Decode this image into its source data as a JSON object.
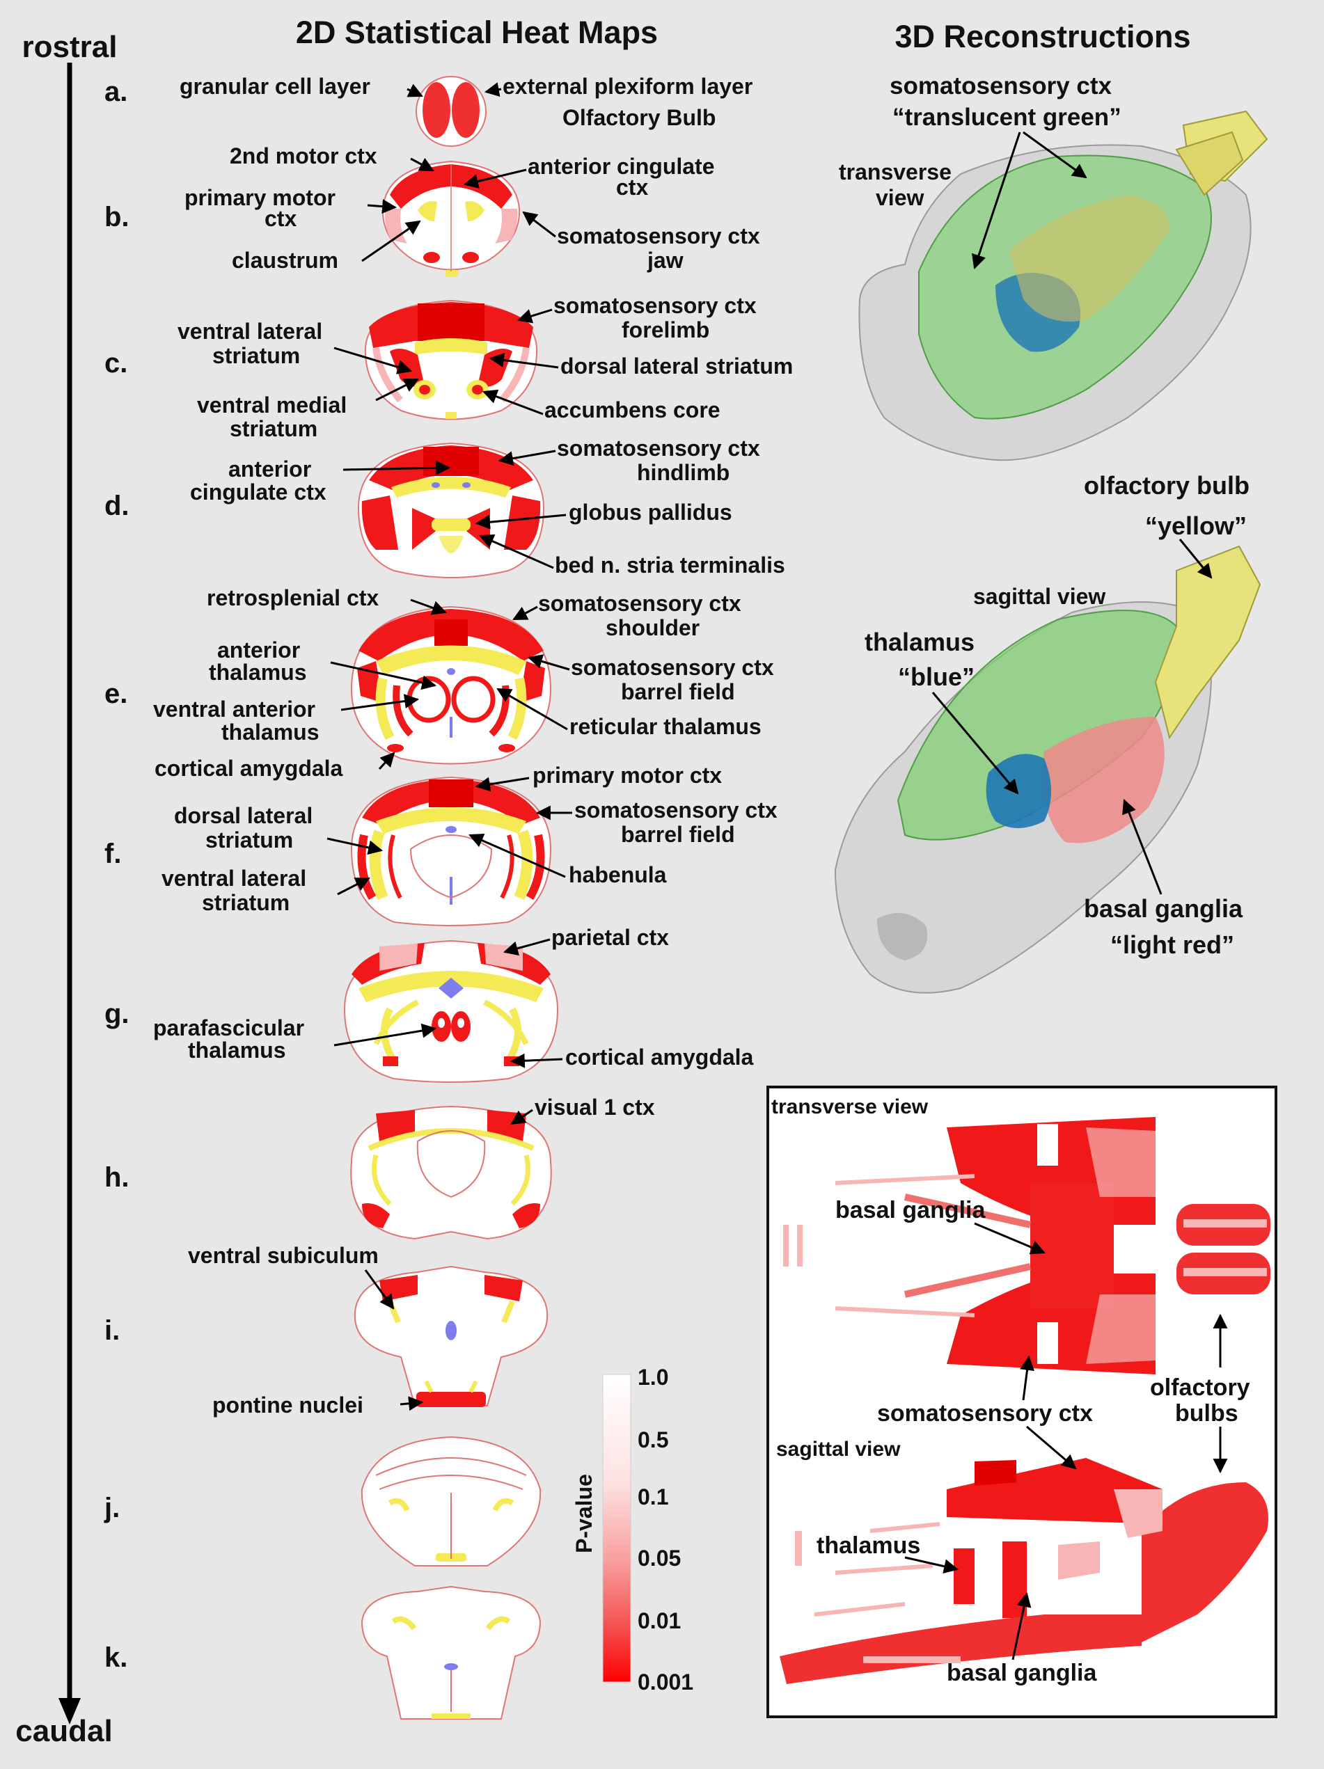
{
  "headers": {
    "heat_maps": "2D Statistical Heat Maps",
    "reconstructions": "3D Reconstructions"
  },
  "axis": {
    "top": "rostral",
    "bottom": "caudal"
  },
  "rows": [
    {
      "letter": "a.",
      "labels": [
        "granular cell layer",
        "external plexiform layer",
        "Olfactory Bulb"
      ]
    },
    {
      "letter": "b.",
      "labels": [
        "2nd motor ctx",
        "anterior cingulate",
        "ctx",
        "primary motor",
        "ctx",
        "somatosensory ctx",
        "jaw",
        "claustrum"
      ]
    },
    {
      "letter": "c.",
      "labels": [
        "somatosensory ctx",
        "forelimb",
        "ventral lateral",
        "striatum",
        "dorsal lateral striatum",
        "ventral medial",
        "striatum",
        "accumbens core"
      ]
    },
    {
      "letter": "d.",
      "labels": [
        "anterior",
        "cingulate ctx",
        "somatosensory ctx",
        "hindlimb",
        "globus pallidus",
        "bed n. stria terminalis"
      ]
    },
    {
      "letter": "e.",
      "labels": [
        "retrosplenial ctx",
        "somatosensory ctx",
        "shoulder",
        "anterior",
        "thalamus",
        "somatosensory ctx",
        "barrel field",
        "ventral anterior",
        "thalamus",
        "reticular thalamus",
        "cortical amygdala"
      ]
    },
    {
      "letter": "f.",
      "labels": [
        "primary motor ctx",
        "dorsal lateral",
        "striatum",
        "somatosensory ctx",
        "barrel field",
        "habenula",
        "ventral lateral",
        "striatum"
      ]
    },
    {
      "letter": "g.",
      "labels": [
        "parietal ctx",
        "parafascicular",
        "thalamus",
        "cortical amygdala"
      ]
    },
    {
      "letter": "h.",
      "labels": [
        "visual 1 ctx",
        "ventral subiculum"
      ]
    },
    {
      "letter": "i.",
      "labels": [
        "pontine nuclei"
      ]
    },
    {
      "letter": "j.",
      "labels": []
    },
    {
      "letter": "k.",
      "labels": []
    }
  ],
  "colorbar": {
    "title": "P-value",
    "ticks": [
      "1.0",
      "0.5",
      "0.1",
      "0.05",
      "0.01",
      "0.001"
    ],
    "colors": {
      "high": "#ffffff",
      "low": "#ff0000"
    }
  },
  "reconstructions": {
    "top": {
      "labels": [
        "somatosensory ctx",
        "“translucent green”",
        "transverse",
        "view"
      ]
    },
    "bottom": {
      "labels": [
        "olfactory bulb",
        "“yellow”",
        "sagittal view",
        "thalamus",
        "“blue”",
        "basal ganglia",
        "“light red”"
      ]
    },
    "colors": {
      "somatosensory": "#7ccf6e",
      "olfactory": "#e8e27a",
      "thalamus": "#1e78b4",
      "basal_ganglia": "#ee8a8a",
      "brain": "#bdbdbd"
    }
  },
  "inset": {
    "titles": [
      "transverse view",
      "sagittal view"
    ],
    "labels": [
      "basal ganglia",
      "somatosensory ctx",
      "olfactory",
      "bulbs",
      "thalamus",
      "basal ganglia"
    ]
  },
  "colors": {
    "red": "#ff0000",
    "light_red": "#f07070",
    "pale_red": "#f7b5b5",
    "yellow": "#f3ea56",
    "blue": "#7d7df0",
    "outline": "#e07575"
  }
}
